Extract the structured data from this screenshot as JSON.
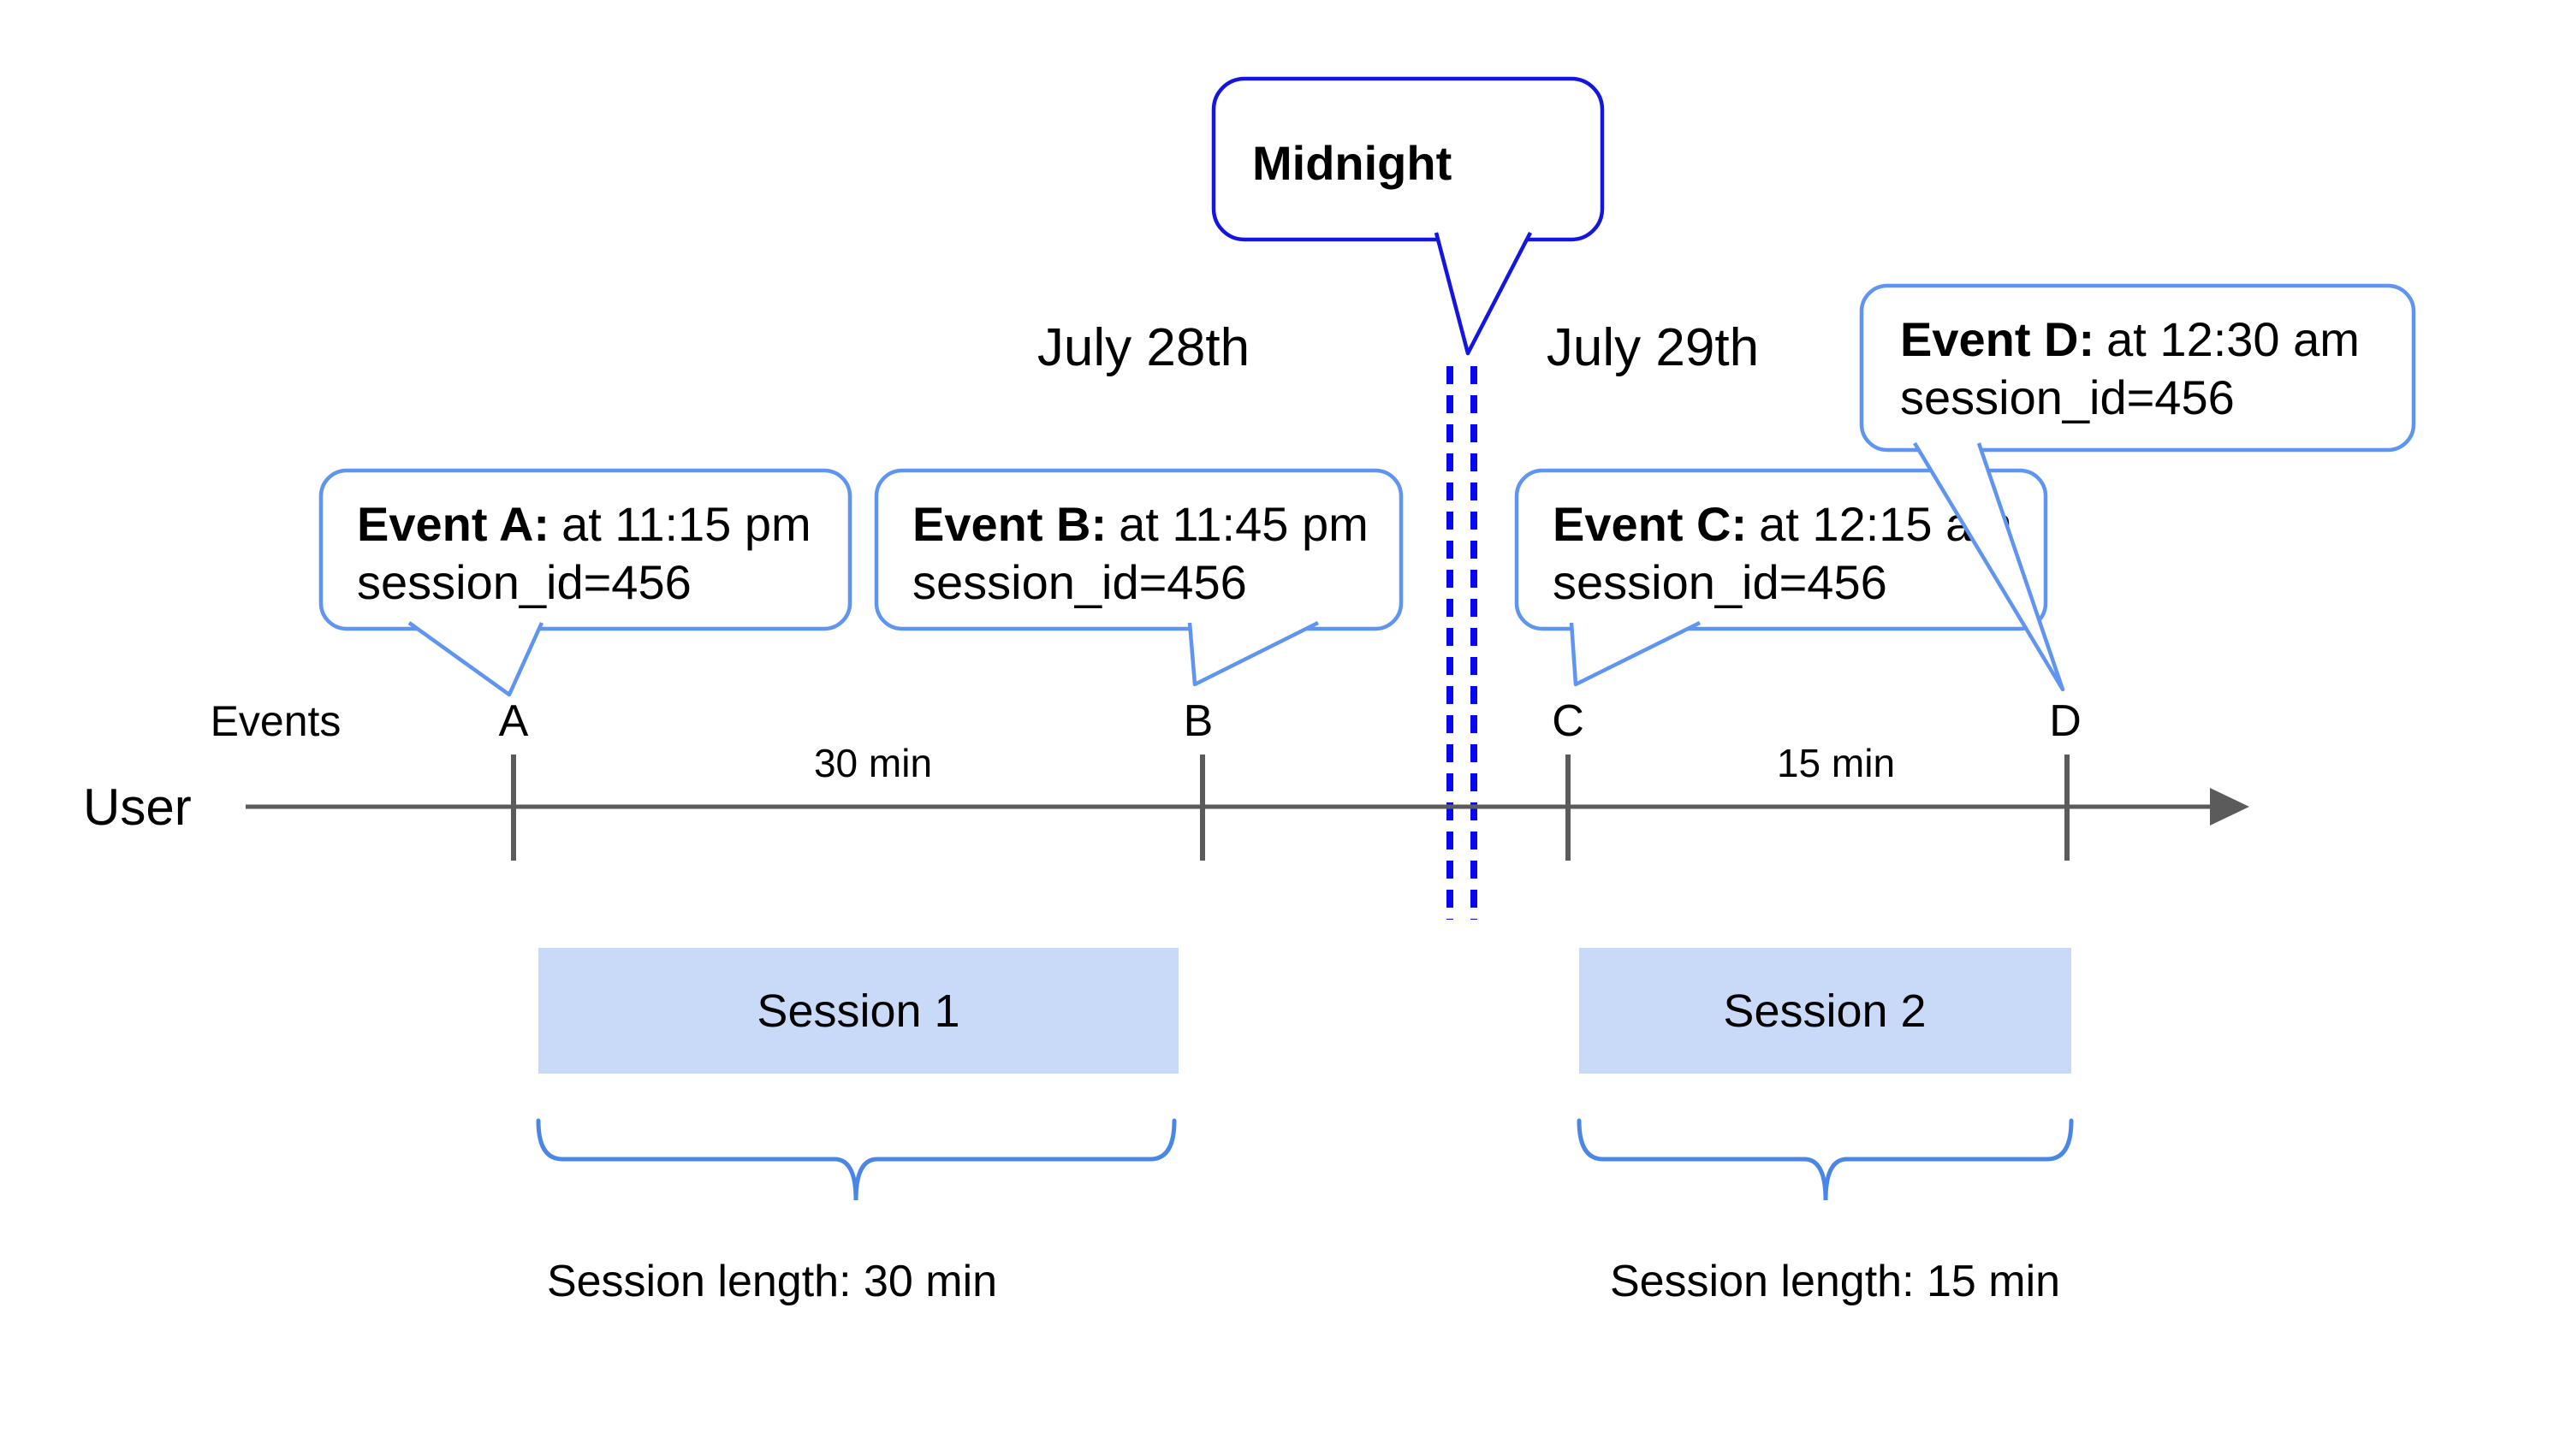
{
  "midnight": {
    "label": "Midnight"
  },
  "dates": {
    "before": "July 28th",
    "after": "July 29th"
  },
  "axis": {
    "events_label": "Events",
    "user_label": "User"
  },
  "intervals": {
    "a_to_b": "30 min",
    "c_to_d": "15 min"
  },
  "events": [
    {
      "label": "A",
      "title": "Event A:",
      "time": "at 11:15 pm",
      "session": "session_id=456"
    },
    {
      "label": "B",
      "title": "Event B:",
      "time": "at 11:45 pm",
      "session": "session_id=456"
    },
    {
      "label": "C",
      "title": "Event C:",
      "time": "at 12:15 am",
      "session": "session_id=456"
    },
    {
      "label": "D",
      "title": "Event D:",
      "time": "at 12:30 am",
      "session": "session_id=456"
    }
  ],
  "sessions": [
    {
      "name": "Session 1",
      "length": "Session length: 30 min"
    },
    {
      "name": "Session 2",
      "length": "Session length: 15 min"
    }
  ],
  "colors": {
    "event_bubble_border": "#5f94f0",
    "midnight_bubble_border": "#1515e0",
    "dashed_midnight_line": "#0808f0",
    "brace_blue": "#4a86e8",
    "session_box_fill": "#c9daf8",
    "timeline_gray": "#5b5b5b",
    "text": "#000000"
  }
}
